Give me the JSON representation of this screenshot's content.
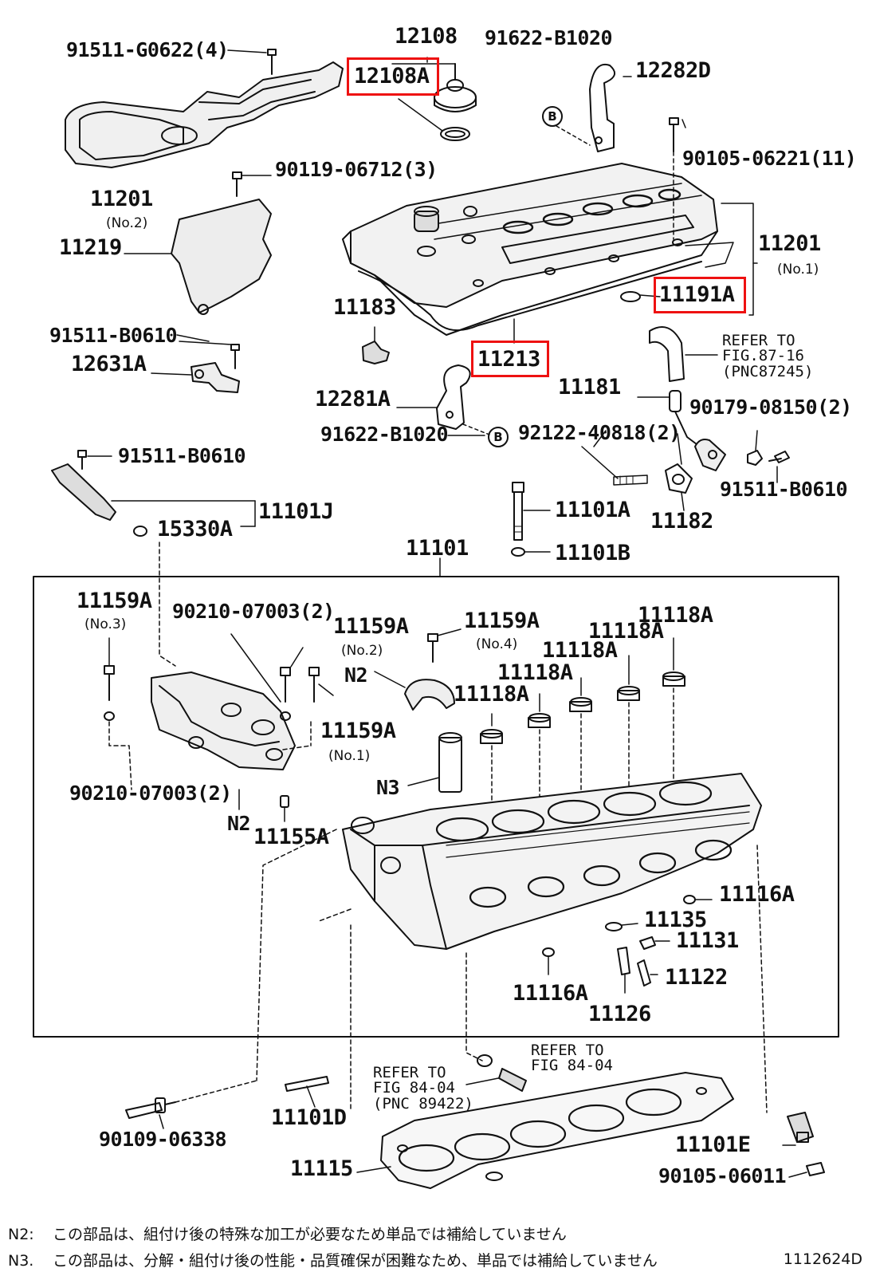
{
  "labels": {
    "p_91511_g0622": "91511-G0622(4)",
    "p_12108": "12108",
    "p_12108a": "12108A",
    "p_91622_b1020_top": "91622-B1020",
    "p_12282d": "12282D",
    "p_90105_06221": "90105-06221(11)",
    "p_90119_06712": "90119-06712(3)",
    "p_11201_no2": "11201",
    "p_11219": "11219",
    "p_11201_no1": "11201",
    "p_11191a": "11191A",
    "p_11183": "11183",
    "p_91511_b0610_a": "91511-B0610",
    "p_12631a": "12631A",
    "p_11213": "11213",
    "p_11181": "11181",
    "p_90179_08150": "90179-08150(2)",
    "p_12281a": "12281A",
    "p_91622_b1020_mid": "91622-B1020",
    "p_92122_40818": "92122-40818(2)",
    "p_91511_b0610_b": "91511-B0610",
    "p_91511_b0610_c": "91511-B0610",
    "p_11101j": "11101J",
    "p_15330a": "15330A",
    "p_11101a": "11101A",
    "p_11182": "11182",
    "p_11101": "11101",
    "p_11101b": "11101B",
    "p_11159a_no3": "11159A",
    "p_90210_07003_top": "90210-07003(2)",
    "p_11159a_no2": "11159A",
    "p_11159a_no4": "11159A",
    "p_11118a_1": "11118A",
    "p_11118a_2": "11118A",
    "p_11118a_3": "11118A",
    "p_11118a_4": "11118A",
    "p_11118a_5": "11118A",
    "p_n2_top": "N2",
    "p_11159a_no1": "11159A",
    "p_n3": "N3",
    "p_90210_07003_bot": "90210-07003(2)",
    "p_n2_bot": "N2",
    "p_11155a": "11155A",
    "p_11116a_r": "11116A",
    "p_11135": "11135",
    "p_11131": "11131",
    "p_11122": "11122",
    "p_11116a_b": "11116A",
    "p_11126": "11126",
    "p_90109_06338": "90109-06338",
    "p_11101d": "11101D",
    "p_11115": "11115",
    "p_11101e": "11101E",
    "p_90105_06011": "90105-06011"
  },
  "sublabels": {
    "no2_cover": "(No.2)",
    "no1_cover": "(No.1)",
    "no3": "(No.3)",
    "no2": "(No.2)",
    "no4": "(No.4)",
    "no1": "(No.1)"
  },
  "refs": {
    "ref_87_16": "REFER TO\nFIG.87-16\n(PNC87245)",
    "ref_84_04_left": "REFER TO\nFIG 84-04\n(PNC 89422)",
    "ref_84_04_right": "REFER TO\nFIG 84-04"
  },
  "circle_marks": {
    "b_top": "B",
    "b_mid": "B"
  },
  "highlighted_parts": [
    "12108A",
    "11191A",
    "11213"
  ],
  "highlight_color": "#ee1111",
  "notes": {
    "n2_key": "N2:",
    "n2_text": "この部品は、組付け後の特殊な加工が必要なため単品では補給していません",
    "n3_key": "N3.",
    "n3_text": "この部品は、分解・組付け後の性能・品質確保が困難なため、単品では補給していません"
  },
  "diagram_code": "1112624D"
}
